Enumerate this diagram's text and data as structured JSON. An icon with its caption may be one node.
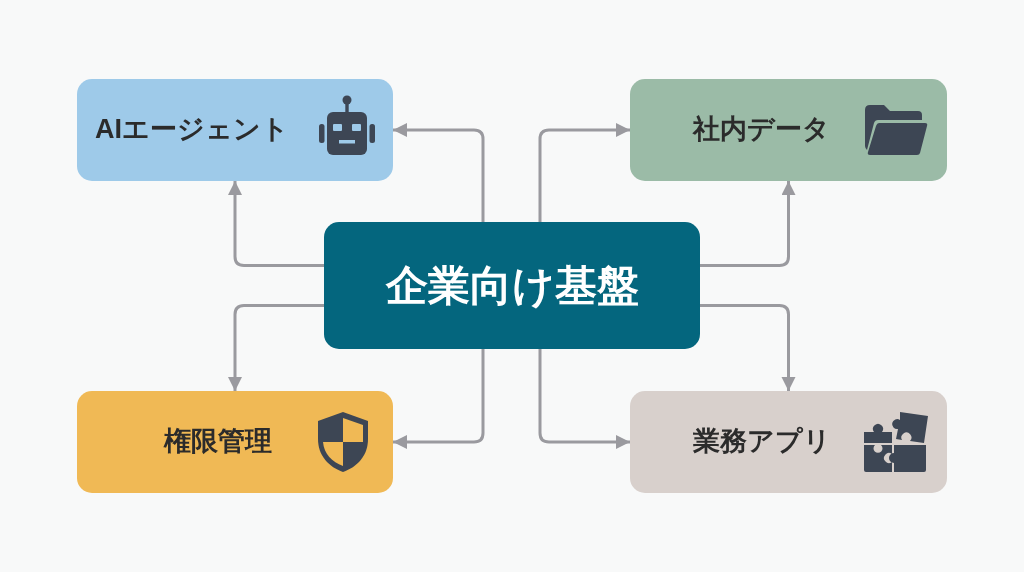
{
  "diagram": {
    "nodes": [
      {
        "text": [
          "AIエージェント"
        ]
      },
      {
        "text": [
          "社内データ"
        ]
      },
      {
        "text": [
          "企業向け基盤"
        ]
      },
      {
        "text": [
          "権限管理"
        ]
      },
      {
        "text": [
          "業務アプリ"
        ]
      }
    ],
    "edges": [
      {
        "from": 2,
        "to": 0,
        "arrow": "to"
      },
      {
        "from": 2,
        "to": 0,
        "arrow": "to"
      },
      {
        "from": 2,
        "to": 1,
        "arrow": "to"
      },
      {
        "from": 2,
        "to": 1,
        "arrow": "to"
      },
      {
        "from": 2,
        "to": 3,
        "arrow": "to"
      },
      {
        "from": 2,
        "to": 3,
        "arrow": "to"
      },
      {
        "from": 2,
        "to": 4,
        "arrow": "to"
      },
      {
        "from": 2,
        "to": 4,
        "arrow": "to"
      }
    ]
  }
}
